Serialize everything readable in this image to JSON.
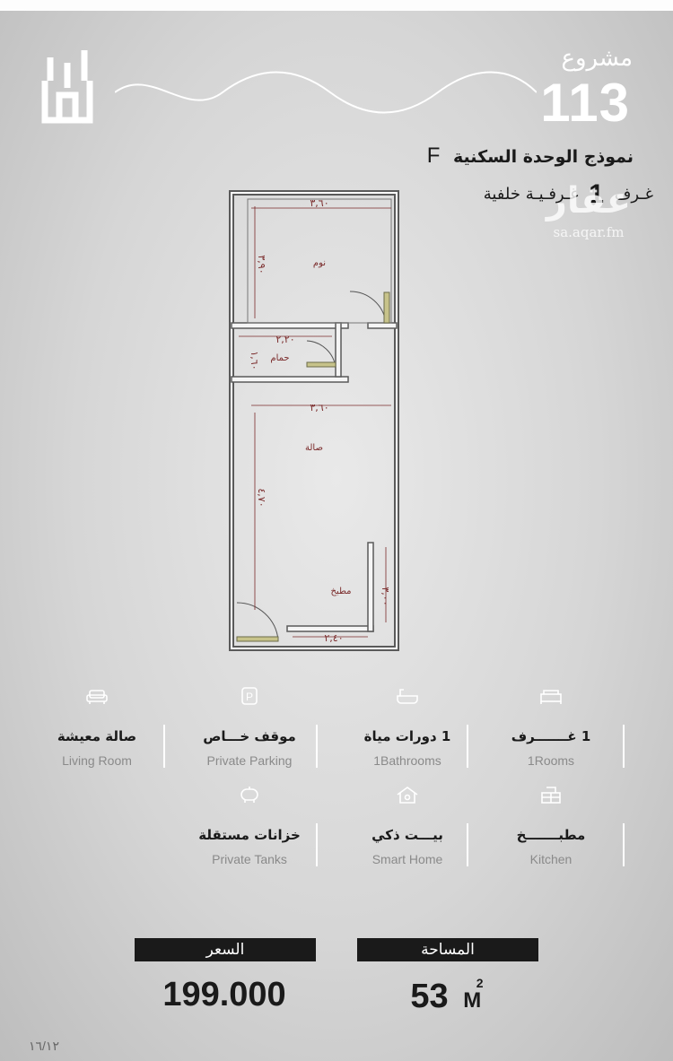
{
  "project": {
    "word": "مشروع",
    "number": "113"
  },
  "model": {
    "title": "نموذج الوحدة السكنية",
    "letter": "F"
  },
  "rooms_line": {
    "count": "1",
    "rooms_word": "غـرف",
    "extra": "غـرفـيـة خلفية"
  },
  "watermark": {
    "arabic": "عقار",
    "url": "sa.aqar.fm"
  },
  "floorplan": {
    "rooms": [
      "نوم",
      "حمام",
      "صالة",
      "مطبخ"
    ],
    "dims": [
      "٣,٦٠",
      "٣,٩٠",
      "٢,٢٠",
      "١,٦٠",
      "٣,٦٠",
      "٤,٧٠",
      "٣,٠٠",
      "٢,٤٠"
    ]
  },
  "features": [
    {
      "icon": "bed-icon",
      "ar": "1 غـــــــرف",
      "en": "1Rooms"
    },
    {
      "icon": "bathtub-icon",
      "ar": "1 دورات مياة",
      "en": "1Bathrooms"
    },
    {
      "icon": "parking-icon",
      "ar": "موقف خـــاص",
      "en": "Private Parking"
    },
    {
      "icon": "sofa-icon",
      "ar": "صالة معيشة",
      "en": "Living Room"
    },
    {
      "icon": "kitchen-icon",
      "ar": "مطبـــــــخ",
      "en": "Kitchen"
    },
    {
      "icon": "smart-home-icon",
      "ar": "بيـــت ذكي",
      "en": "Smart Home"
    },
    {
      "icon": "water-tank-icon",
      "ar": "خزانات مستقلة",
      "en": "Private Tanks"
    }
  ],
  "price": {
    "label": "السعر",
    "value": "199.000"
  },
  "area": {
    "label": "المساحة",
    "value": "53",
    "unit": "M",
    "power": "2"
  },
  "page_mark": "١٦/١٢"
}
